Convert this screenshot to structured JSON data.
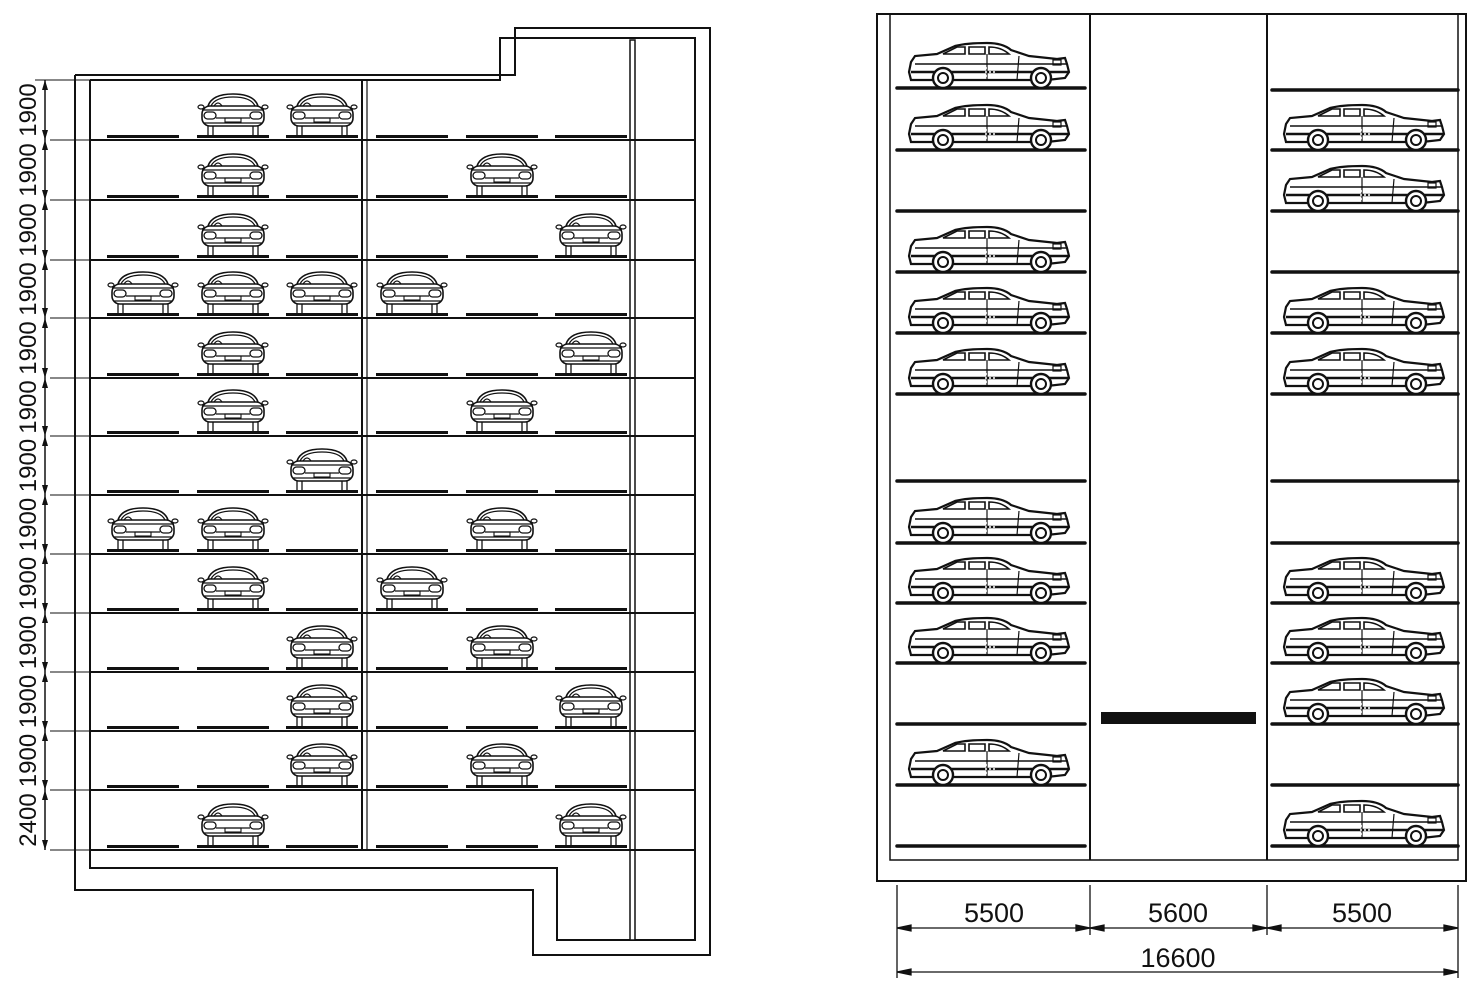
{
  "front_elevation": {
    "level_heights": [
      "1900",
      "1900",
      "1900",
      "1900",
      "1900",
      "1900",
      "1900",
      "1900",
      "1900",
      "1900",
      "1900",
      "1900",
      "2400"
    ],
    "occupancy": [
      {
        "left": [
          0,
          1,
          1
        ],
        "right": [
          0,
          0,
          0
        ]
      },
      {
        "left": [
          0,
          1,
          0
        ],
        "right": [
          0,
          1,
          0
        ]
      },
      {
        "left": [
          0,
          1,
          0
        ],
        "right": [
          0,
          0,
          1
        ]
      },
      {
        "left": [
          1,
          1,
          1
        ],
        "right": [
          1,
          0,
          0
        ]
      },
      {
        "left": [
          0,
          1,
          0
        ],
        "right": [
          0,
          0,
          1
        ]
      },
      {
        "left": [
          0,
          1,
          0
        ],
        "right": [
          0,
          1,
          0
        ]
      },
      {
        "left": [
          0,
          0,
          1
        ],
        "right": [
          0,
          0,
          0
        ]
      },
      {
        "left": [
          1,
          1,
          0
        ],
        "right": [
          0,
          1,
          0
        ]
      },
      {
        "left": [
          0,
          1,
          0
        ],
        "right": [
          1,
          0,
          0
        ]
      },
      {
        "left": [
          0,
          0,
          1
        ],
        "right": [
          0,
          1,
          0
        ]
      },
      {
        "left": [
          0,
          0,
          1
        ],
        "right": [
          0,
          0,
          1
        ]
      },
      {
        "left": [
          0,
          0,
          1
        ],
        "right": [
          0,
          1,
          0
        ]
      },
      {
        "left": [
          0,
          1,
          0
        ],
        "right": [
          0,
          0,
          1
        ]
      }
    ]
  },
  "side_elevation": {
    "left_column": [
      1,
      1,
      0,
      1,
      1,
      1,
      0,
      1,
      1,
      1,
      0,
      1,
      0
    ],
    "right_column": [
      0,
      1,
      1,
      0,
      1,
      1,
      0,
      0,
      1,
      1,
      1,
      0,
      1
    ],
    "widths": {
      "left": "5500",
      "middle": "5600",
      "right": "5500",
      "total": "16600"
    }
  }
}
